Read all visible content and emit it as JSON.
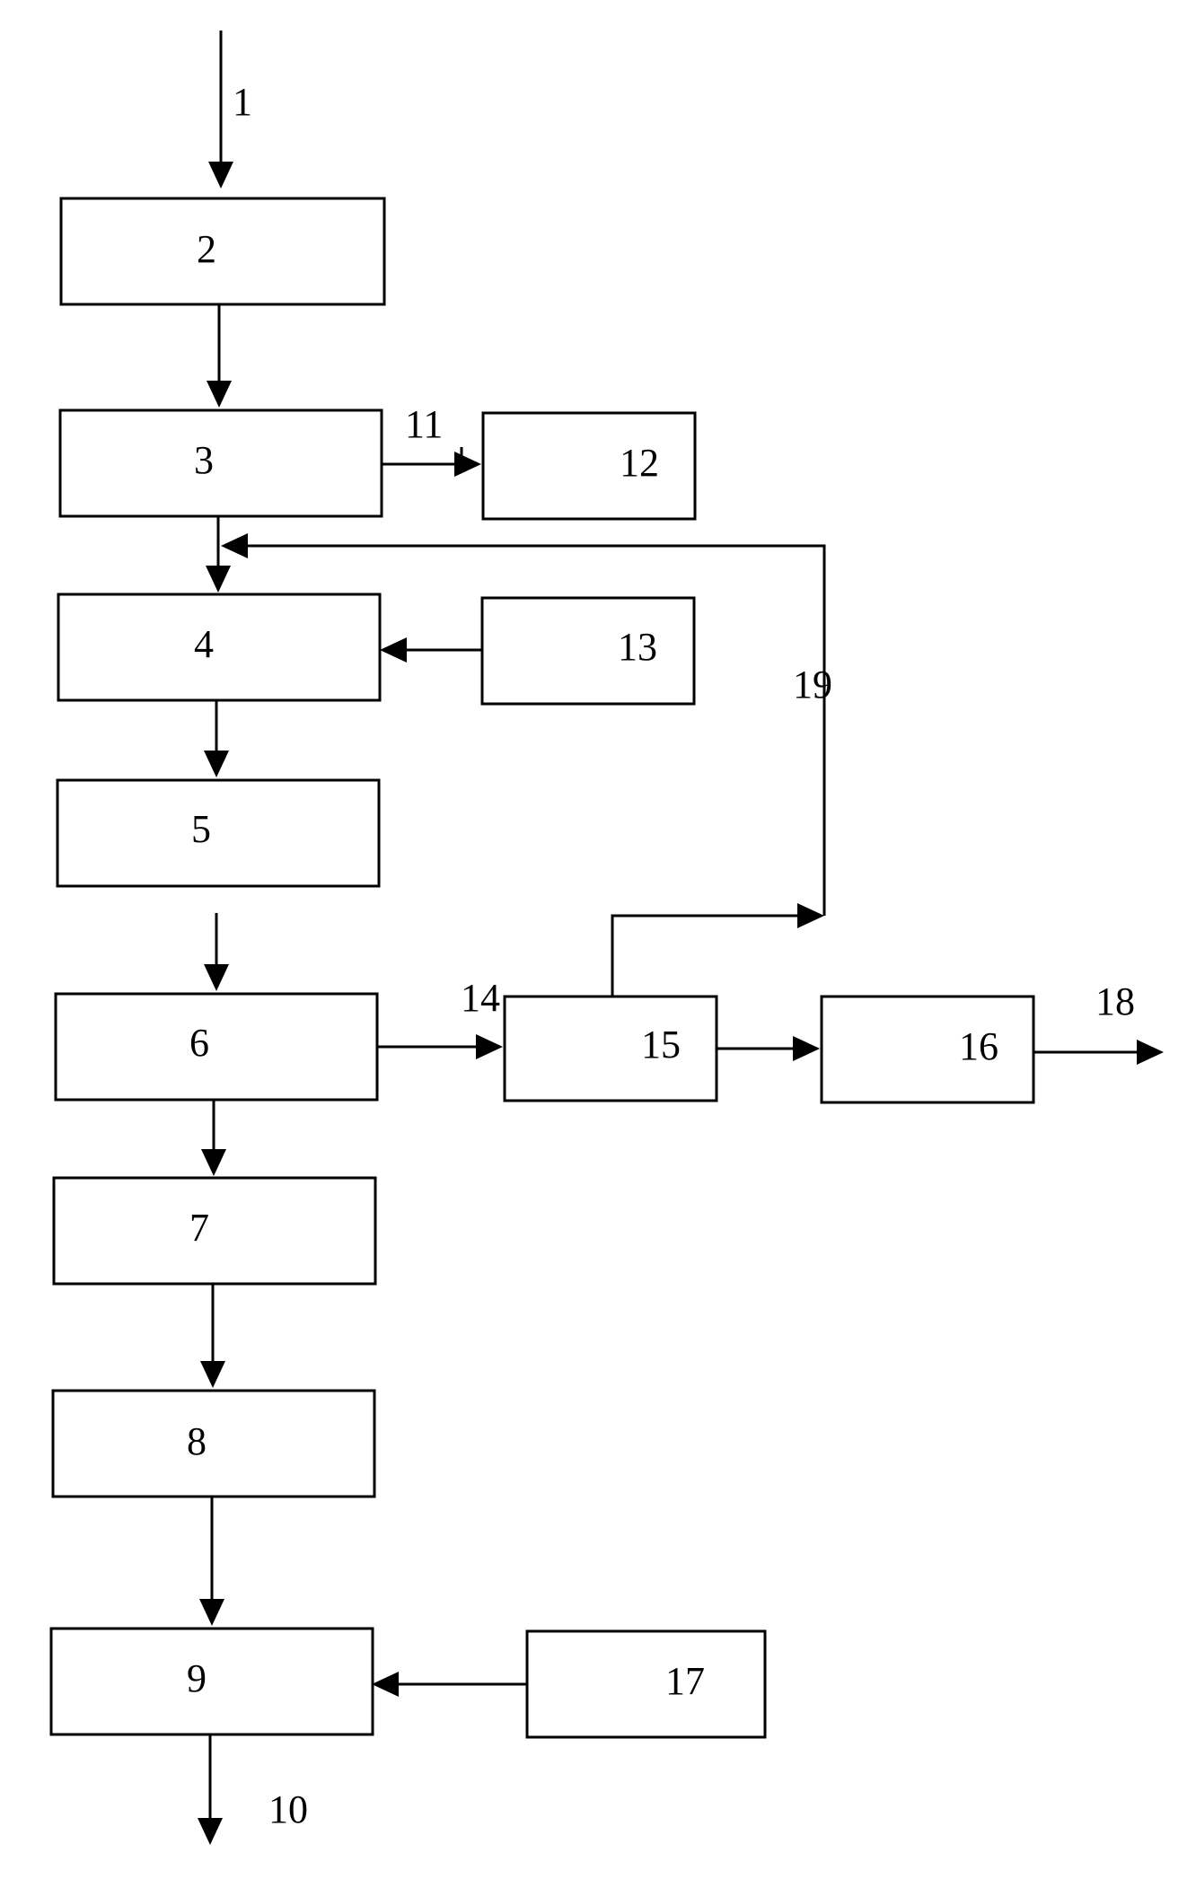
{
  "diagram": {
    "boxes": {
      "b2": "2",
      "b3": "3",
      "b4": "4",
      "b5": "5",
      "b6": "6",
      "b7": "7",
      "b8": "8",
      "b9": "9",
      "b12": "12",
      "b13": "13",
      "b15": "15",
      "b16": "16",
      "b17": "17"
    },
    "flow_labels": {
      "l1": "1",
      "l10": "10",
      "l11": "11",
      "l14": "14",
      "l18": "18",
      "l19": "19"
    }
  }
}
